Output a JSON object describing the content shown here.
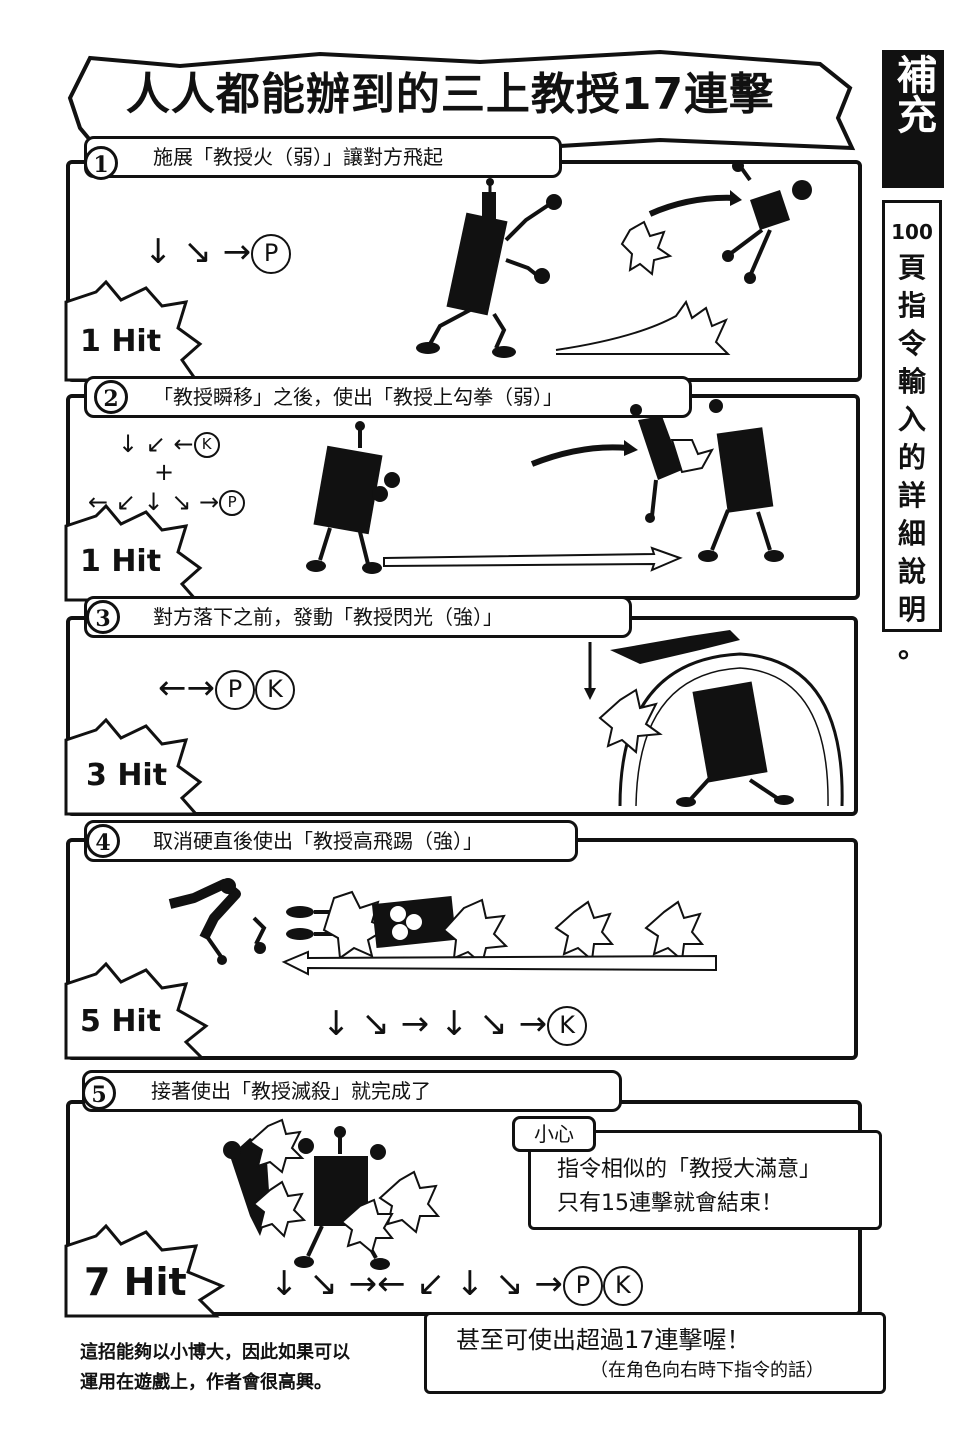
{
  "title": "人人都能辦到的三上教授17連擊",
  "sidebar": {
    "tag": "補充",
    "page_number": "100",
    "note_chars": [
      "頁",
      "指",
      "令",
      "輸",
      "入",
      "的",
      "詳",
      "細",
      "說",
      "明",
      "。"
    ]
  },
  "steps": [
    {
      "num": "1",
      "caption": "施展「教授火（弱）」讓對方飛起",
      "hit": "1 Hit",
      "command": [
        "↓",
        "↘",
        "→"
      ],
      "buttons": [
        "P"
      ]
    },
    {
      "num": "2",
      "caption": "「教授瞬移」之後，使出「教授上勾拳（弱）」",
      "hit": "1 Hit",
      "command_line1": [
        "↓",
        "↙",
        "←"
      ],
      "buttons_line1": [
        "K"
      ],
      "plus": "+",
      "command_line2": [
        "←",
        "↙",
        "↓",
        "↘",
        "→"
      ],
      "buttons_line2": [
        "P"
      ]
    },
    {
      "num": "3",
      "caption": "對方落下之前，發動「教授閃光（強）」",
      "hit": "3 Hit",
      "command": [
        "←",
        "→"
      ],
      "buttons": [
        "P",
        "K"
      ]
    },
    {
      "num": "4",
      "caption": "取消硬直後使出「教授高飛踢（強）」",
      "hit": "5 Hit",
      "command": [
        "↓",
        "↘",
        "→",
        "↓",
        "↘",
        "→"
      ],
      "buttons": [
        "K"
      ]
    },
    {
      "num": "5",
      "caption": "接著使出「教授滅殺」就完成了",
      "hit": "7 Hit",
      "command": [
        "↓",
        "↘",
        "→",
        "←",
        "↙",
        "↓",
        "↘",
        "→"
      ],
      "buttons": [
        "P",
        "K"
      ]
    }
  ],
  "warning": {
    "label": "小心",
    "line1": "指令相似的「教授大滿意」",
    "line2": "只有15連擊就會結束！"
  },
  "bottom_left": {
    "line1": "這招能夠以小博大，因此如果可以",
    "line2": "運用在遊戲上，作者會很高興。"
  },
  "bonus": {
    "main": "甚至可使出超過17連擊喔！",
    "sub": "（在角色向右時下指令的話）"
  },
  "icons": {
    "arrow_down": "↓",
    "arrow_down_right": "↘",
    "arrow_right": "→",
    "arrow_left": "←",
    "arrow_down_left": "↙"
  }
}
